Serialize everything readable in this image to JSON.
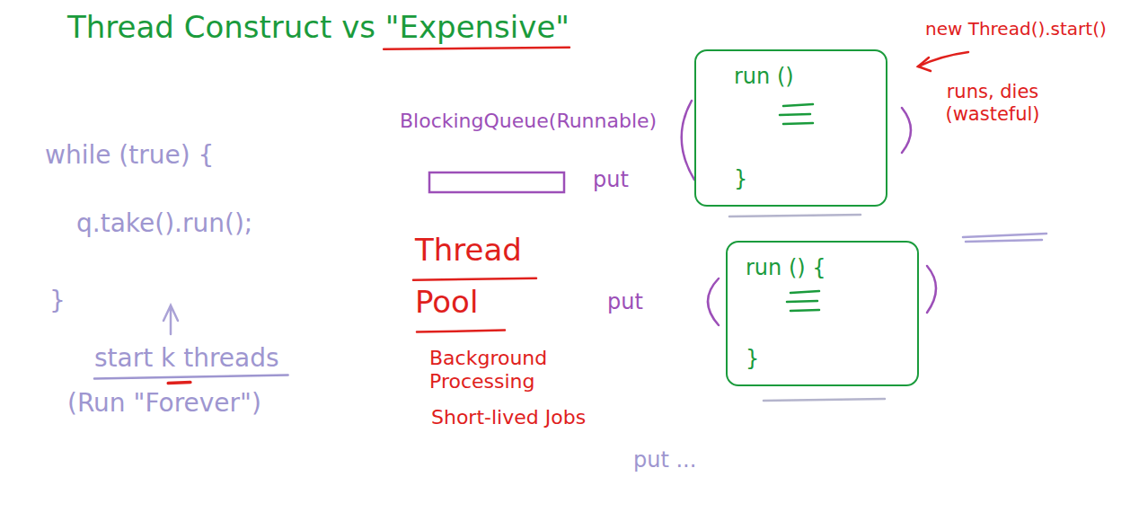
{
  "diagram": {
    "title": "Thread Construct vs \"Expensive\"",
    "nodes": [
      {
        "text": [
          "run ()",
          "}"
        ]
      },
      {
        "text": [
          "run () {",
          "}"
        ]
      }
    ],
    "labels": [
      "new Thread().start()",
      "runs, dies (wasteful)",
      "BlockingQueue(Runnable)",
      "put",
      "Thread Pool",
      "Background Processing",
      "Short-lived Jobs",
      "put",
      "put ...",
      "while (true) {",
      "q.take().run();",
      "}",
      "start k threads",
      "(Run \"Forever\")"
    ]
  }
}
